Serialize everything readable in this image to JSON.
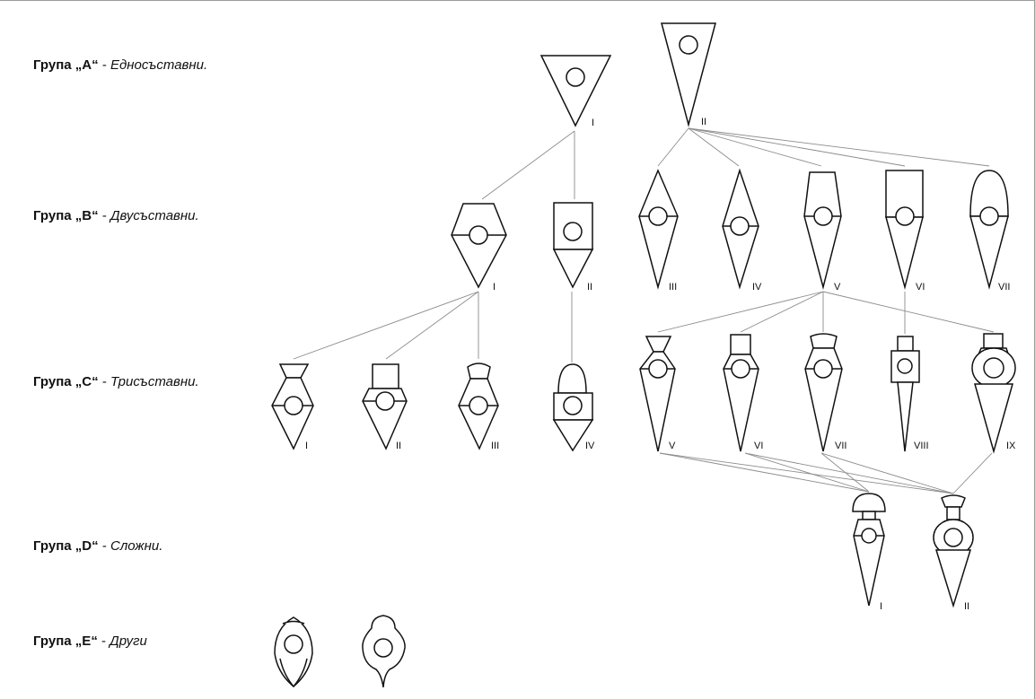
{
  "groups": [
    {
      "name": "Група „A“",
      "sep": " - ",
      "desc": "Едносъставни."
    },
    {
      "name": "Група „B“",
      "sep": " - ",
      "desc": "Двусъставни."
    },
    {
      "name": "Група „C“",
      "sep": " - ",
      "desc": "Трисъставни."
    },
    {
      "name": "Група „D“",
      "sep": " - ",
      "desc": "Сложни."
    },
    {
      "name": "Група „E“",
      "sep": " - ",
      "desc": "Други"
    }
  ],
  "numerals": {
    "A": [
      "I",
      "II"
    ],
    "B": [
      "I",
      "II",
      "III",
      "IV",
      "V",
      "VI",
      "VII"
    ],
    "C": [
      "I",
      "II",
      "III",
      "IV",
      "V",
      "VI",
      "VII",
      "VIII",
      "IX"
    ],
    "D": [
      "I",
      "II"
    ]
  },
  "colors": {
    "stroke": "#111111",
    "connector": "#8c8c8c",
    "frame": "#9a9a9a"
  }
}
